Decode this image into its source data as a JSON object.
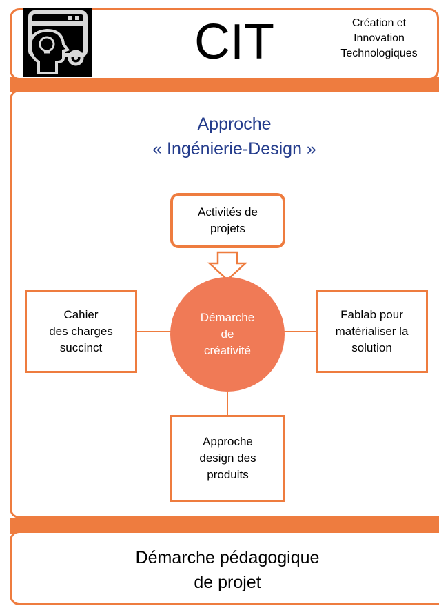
{
  "header": {
    "title": "CIT",
    "subtitle_lines": [
      "Création et",
      "Innovation",
      "Technologiques"
    ],
    "logo_icon": "lightbulb-head-icon"
  },
  "approach": {
    "title_lines": [
      "Approche",
      "« Ingénierie-Design »"
    ]
  },
  "diagram": {
    "center": {
      "lines": [
        "Démarche",
        "de",
        "créativité"
      ]
    },
    "top": {
      "lines": [
        "Activités de",
        "projets"
      ]
    },
    "left": {
      "lines": [
        "Cahier",
        "des charges",
        "succinct"
      ]
    },
    "right": {
      "lines": [
        "Fablab pour",
        "matérialiser la",
        "solution"
      ]
    },
    "bottom": {
      "lines": [
        "Approche",
        "design des",
        "produits"
      ]
    }
  },
  "footer": {
    "lines": [
      "Démarche pédagogique",
      "de projet"
    ]
  },
  "colors": {
    "accent": "#ee7c3f",
    "center_fill": "#f07a56",
    "title_blue": "#243c8c"
  }
}
